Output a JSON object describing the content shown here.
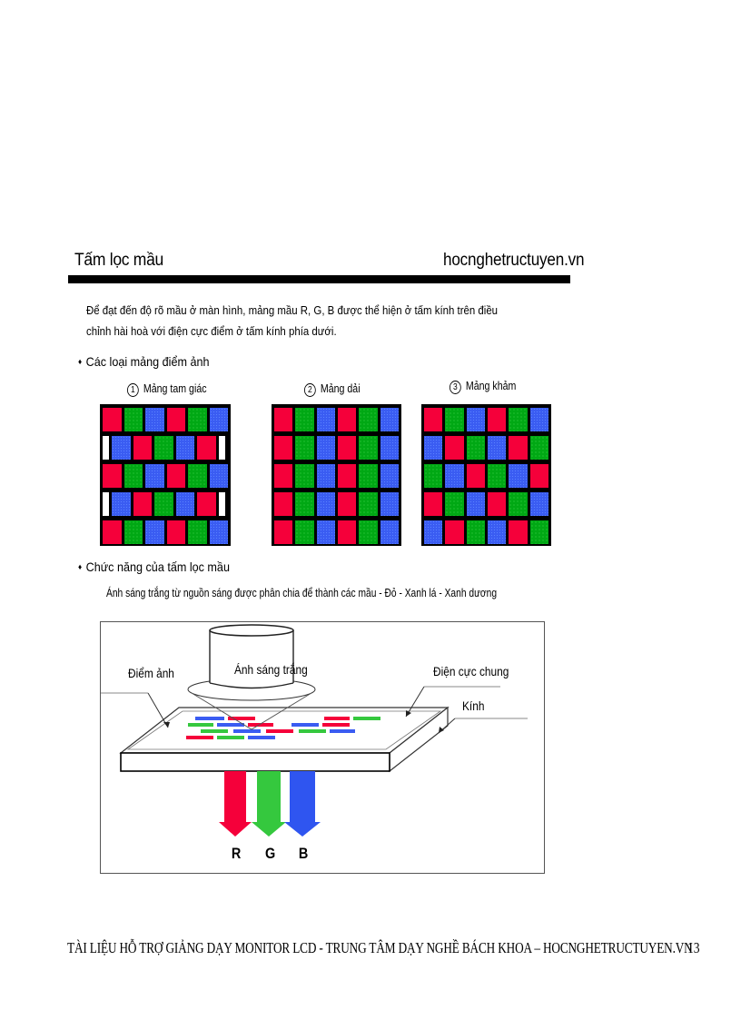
{
  "header": {
    "title": "Tấm lọc mầu",
    "site": "hocnghetructuyen.vn",
    "bar_color": "#000000"
  },
  "intro": {
    "line1": "Để đạt đến độ rõ mầu ở màn hình, mảng mầu R, G, B được thể hiện ở tấm kính trên điều",
    "line2": "chỉnh hài hoà với điện cực điểm ở tấm kính phía dưới."
  },
  "section_arrays": {
    "bullet": "♦",
    "heading": "Các loại mảng điểm ảnh",
    "arrays": [
      {
        "number": "1",
        "label": "Mảng tam giác",
        "rows": [
          [
            "R",
            "G",
            "B",
            "R",
            "G",
            "B"
          ],
          [
            "W",
            "B",
            "R",
            "G",
            "B",
            "R",
            "W"
          ],
          [
            "R",
            "G",
            "B",
            "R",
            "G",
            "B"
          ],
          [
            "W",
            "B",
            "R",
            "G",
            "B",
            "R",
            "W"
          ],
          [
            "R",
            "G",
            "B",
            "R",
            "G",
            "B"
          ]
        ]
      },
      {
        "number": "2",
        "label": "Mảng dải",
        "rows": [
          [
            "R",
            "G",
            "B",
            "R",
            "G",
            "B"
          ],
          [
            "R",
            "G",
            "B",
            "R",
            "G",
            "B"
          ],
          [
            "R",
            "G",
            "B",
            "R",
            "G",
            "B"
          ],
          [
            "R",
            "G",
            "B",
            "R",
            "G",
            "B"
          ],
          [
            "R",
            "G",
            "B",
            "R",
            "G",
            "B"
          ]
        ]
      },
      {
        "number": "3",
        "label": "Mảng khảm",
        "rows": [
          [
            "R",
            "G",
            "B",
            "R",
            "G",
            "B"
          ],
          [
            "B",
            "R",
            "G",
            "B",
            "R",
            "G"
          ],
          [
            "G",
            "B",
            "R",
            "G",
            "B",
            "R"
          ],
          [
            "R",
            "G",
            "B",
            "R",
            "G",
            "B"
          ],
          [
            "B",
            "R",
            "G",
            "B",
            "R",
            "G"
          ]
        ]
      }
    ],
    "colors": {
      "R": "#f5003a",
      "G": "#00a814",
      "B": "#3a5cf2",
      "W": "#ffffff"
    }
  },
  "section_function": {
    "bullet": "♦",
    "heading": "Chức năng của tấm lọc mầu",
    "description": "Ánh sáng trắng từ nguồn sáng được phân chia để thành các mầu - Đỏ - Xanh lá - Xanh dương"
  },
  "figure": {
    "light_source_label": "Ánh sáng trắng",
    "pixel_label": "Điểm ảnh",
    "common_electrode_label": "Điện cực chung",
    "glass_label": "Kính",
    "outputs": [
      {
        "letter": "R",
        "color": "#f5003a"
      },
      {
        "letter": "G",
        "color": "#35c83e"
      },
      {
        "letter": "B",
        "color": "#2f55f0"
      }
    ]
  },
  "footer": {
    "text": "TÀI LIỆU HỖ TRỢ GIẢNG DẠY MONITOR LCD - TRUNG TÂM DẠY NGHỀ BÁCH KHOA – HOCNGHETRUCTUYEN.VN",
    "page_number": "13"
  }
}
